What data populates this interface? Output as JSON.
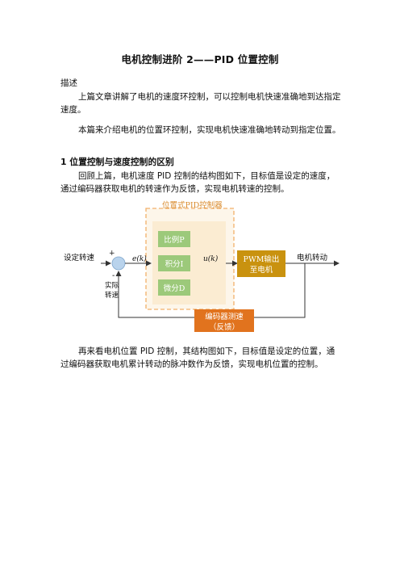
{
  "document": {
    "title": "电机控制进阶 2——PID 位置控制",
    "section_desc_label": "描述",
    "intro_p1": "上篇文章讲解了电机的速度环控制，可以控制电机快速准确地到达指定速度。",
    "intro_p2": "本篇来介绍电机的位置环控制，实现电机快速准确地转动到指定位置。",
    "heading_1": "1 位置控制与速度控制的区别",
    "para_review": "回顾上篇，电机速度 PID 控制的结构图如下，目标值是设定的速度，通过编码器获取电机的转速作为反馈，实现电机转速的控制。",
    "para_next": "再来看电机位置 PID 控制，其结构图如下，目标值是设定的位置，通过编码器获取电机累计转动的脉冲数作为反馈，实现电机位置的控制。"
  },
  "diagram": {
    "controller_title": "位置式PID控制器",
    "setpoint_label": "设定转速",
    "plus_sign": "+",
    "minus_sign": "-",
    "feedback_label_line1": "实际",
    "feedback_label_line2": "转速",
    "error_label": "e(k)",
    "output_label": "u(k)",
    "p_block": "比例P",
    "i_block": "积分I",
    "d_block": "微分D",
    "pwm_line1": "PWM输出",
    "pwm_line2": "至电机",
    "motor_label": "电机转动",
    "encoder_line1": "编码器测速",
    "encoder_line2": "（反馈）",
    "colors": {
      "controller_border": "#f2b06a",
      "controller_fill": "#fcefd9",
      "pid_block": "#9cc97a",
      "pwm_block": "#c9920f",
      "encoder_block": "#e1731e",
      "sum_node": "#b9d3ec",
      "lines": "#333333"
    }
  }
}
